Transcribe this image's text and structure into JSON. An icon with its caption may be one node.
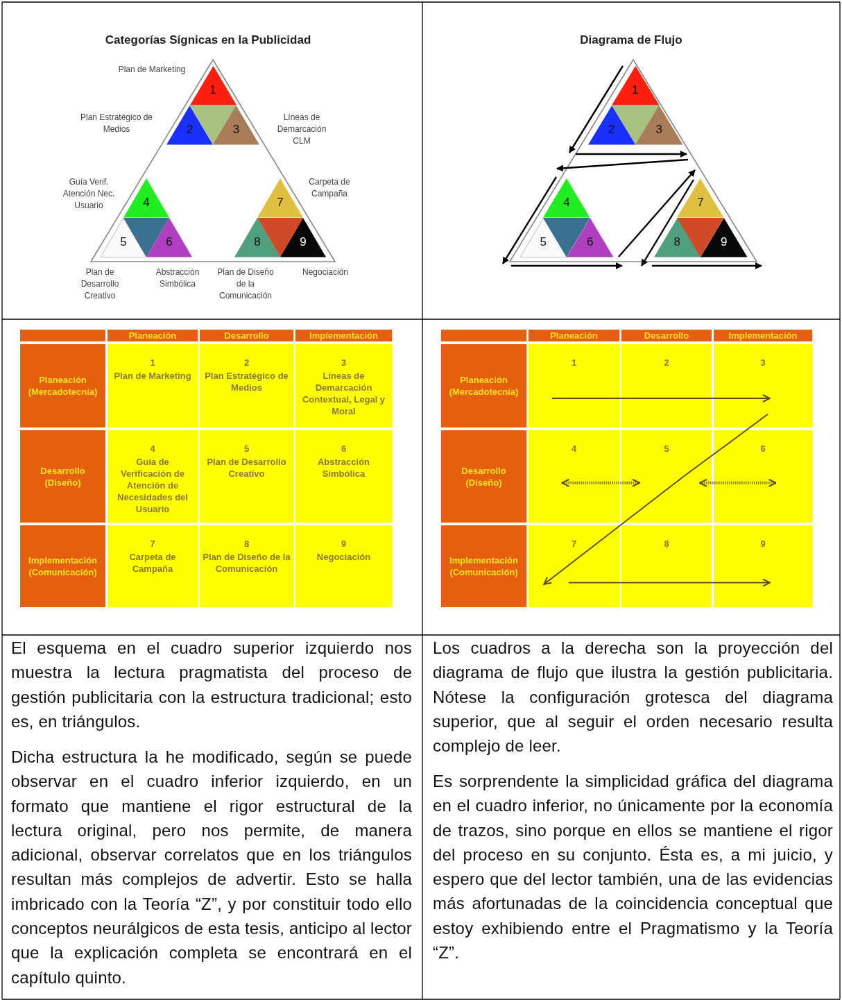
{
  "diagram": {
    "nodes": [
      {
        "text": [
          "1"
        ],
        "beside": [
          "Plan de Marketing"
        ]
      },
      {
        "text": [
          "2"
        ],
        "beside": [
          "Plan Estratégico de Medios"
        ]
      },
      {
        "text": [],
        "shape": "triangle"
      },
      {
        "text": [
          "3"
        ],
        "beside": [
          "Líneas de Demarcación CLM"
        ]
      },
      {
        "text": [
          "4"
        ],
        "beside": [
          "Guía Verif. Atención Nec. Usuario"
        ]
      },
      {
        "text": [
          "5"
        ],
        "beside": [
          "Plan de Desarrollo Creativo"
        ]
      },
      {
        "text": [],
        "shape": "triangle"
      },
      {
        "text": [
          "6"
        ],
        "beside": [
          "Abstracción Simbólica"
        ]
      },
      {
        "text": [
          "7"
        ],
        "beside": [
          "Carpeta de Campaña"
        ]
      },
      {
        "text": [
          "8"
        ],
        "beside": [
          "Plan de Diseño de la Comunicación"
        ]
      },
      {
        "text": [],
        "shape": "triangle"
      },
      {
        "text": [
          "9"
        ],
        "beside": [
          "Negociación"
        ]
      },
      {
        "text": [
          "1"
        ]
      },
      {
        "text": [
          "2"
        ]
      },
      {
        "text": [],
        "shape": "triangle"
      },
      {
        "text": [
          "3"
        ]
      },
      {
        "text": [
          "4"
        ]
      },
      {
        "text": [
          "5"
        ]
      },
      {
        "text": [],
        "shape": "triangle"
      },
      {
        "text": [
          "6"
        ]
      },
      {
        "text": [
          "7"
        ]
      },
      {
        "text": [
          "8"
        ]
      },
      {
        "text": [],
        "shape": "triangle"
      },
      {
        "text": [
          "9"
        ]
      },
      {
        "text": [],
        "shape": "box"
      },
      {
        "text": [
          "Planeación"
        ]
      },
      {
        "text": [
          "Desarrollo"
        ]
      },
      {
        "text": [
          "Implementación"
        ]
      },
      {
        "text": [
          "Planeación (Mercadotecnia)"
        ]
      },
      {
        "text": [
          "1",
          "Plan de Marketing"
        ]
      },
      {
        "text": [
          "2",
          "Plan Estratégico de Medios"
        ]
      },
      {
        "text": [
          "3",
          "Líneas de Demarcación Contextual, Legal y Moral"
        ]
      },
      {
        "text": [
          "Desarrollo (Diseño)"
        ]
      },
      {
        "text": [
          "4",
          "Guía de Verificación de Atención de Necesidades del Usuario"
        ]
      },
      {
        "text": [
          "5",
          "Plan de Desarrollo Creativo"
        ]
      },
      {
        "text": [
          "6",
          "Abstracción Simbólica"
        ]
      },
      {
        "text": [
          "Implementación (Comunicación)"
        ]
      },
      {
        "text": [
          "7",
          "Carpeta de Campaña"
        ]
      },
      {
        "text": [
          "8",
          "Plan de Diseño de la Comunicación"
        ]
      },
      {
        "text": [
          "9",
          "Negociación"
        ]
      },
      {
        "text": [],
        "shape": "box"
      },
      {
        "text": [
          "Planeación"
        ]
      },
      {
        "text": [
          "Desarrollo"
        ]
      },
      {
        "text": [
          "Implementación"
        ]
      },
      {
        "text": [
          "Planeación (Mercadotecnia)"
        ]
      },
      {
        "text": [
          "1"
        ]
      },
      {
        "text": [
          "2"
        ]
      },
      {
        "text": [
          "3"
        ]
      },
      {
        "text": [
          "Desarrollo (Diseño)"
        ]
      },
      {
        "text": [
          "4"
        ]
      },
      {
        "text": [
          "5"
        ]
      },
      {
        "text": [
          "6"
        ]
      },
      {
        "text": [
          "Implementación (Comunicación)"
        ]
      },
      {
        "text": [
          "7"
        ]
      },
      {
        "text": [
          "8"
        ]
      },
      {
        "text": [
          "9"
        ]
      }
    ],
    "edges": [
      {
        "from": 12,
        "to": 13,
        "arrow": "to"
      },
      {
        "from": 13,
        "to": 15,
        "arrow": "to"
      },
      {
        "from": 15,
        "to": 16,
        "arrow": "to"
      },
      {
        "from": 16,
        "to": 17,
        "arrow": "to"
      },
      {
        "from": 17,
        "to": 19,
        "arrow": "to"
      },
      {
        "from": 19,
        "to": 20,
        "arrow": "to"
      },
      {
        "from": 20,
        "to": 21,
        "arrow": "to"
      },
      {
        "from": 21,
        "to": 23,
        "arrow": "to"
      },
      {
        "from": 45,
        "to": 46,
        "arrow": "none",
        "color": "#5a4a22"
      },
      {
        "from": 46,
        "to": 47,
        "arrow": "to",
        "color": "#5a4a22"
      },
      {
        "from": 47,
        "to": 51,
        "arrow": "none",
        "color": "#5a4a22"
      },
      {
        "from": 51,
        "to": 50,
        "arrow": "none",
        "color": "#5a4a22"
      },
      {
        "from": 50,
        "to": 53,
        "arrow": "to",
        "color": "#5a4a22"
      },
      {
        "from": 53,
        "to": 54,
        "arrow": "none",
        "color": "#5a4a22"
      },
      {
        "from": 54,
        "to": 55,
        "arrow": "to",
        "color": "#5a4a22"
      },
      {
        "from": 49,
        "to": 50,
        "arrow": "both",
        "style": "dashed",
        "color": "#5a4a22"
      },
      {
        "from": 50,
        "to": 51,
        "arrow": "both",
        "style": "dashed",
        "color": "#5a4a22"
      }
    ],
    "labels": [
      "Categorías Sígnicas en la Publicidad",
      "Diagrama de Flujo",
      "El esquema en el cuadro superior izquierdo nos muestra la lectura pragmatista del proceso de gestión publicitaria con la estructura tradicional; esto es, en triángulos.",
      "Dicha estructura la he modificado, según se puede observar en el cuadro inferior izquierdo, en un formato que mantiene el rigor estructural de la lectura original, pero nos permite, de manera adicional, observar correlatos que en los triángulos resultan más complejos de advertir. Esto se halla imbricado con la Teoría “Z”, y por constituir todo ello conceptos neurálgicos de esta tesis, anticipo al lector que la explicación completa se encontrará en el capítulo quinto.",
      "Los cuadros a la derecha son la proyección del diagrama de flujo que ilustra la gestión publicitaria. Nótese la configuración grotesca del diagrama superior, que al seguir el orden necesario resulta complejo de leer.",
      "Es sorprendente la simplicidad gráfica del diagrama en el cuadro inferior, no únicamente por la economía de trazos, sino porque en ellos se mantiene el rigor del proceso en su conjunto. Ésta es, a mi juicio, y espero que del lector también, una de las evidencias más afortunadas de la coincidencia conceptual que estoy exhibiendo entre el Pragmatismo y la Teoría “Z”."
    ]
  }
}
